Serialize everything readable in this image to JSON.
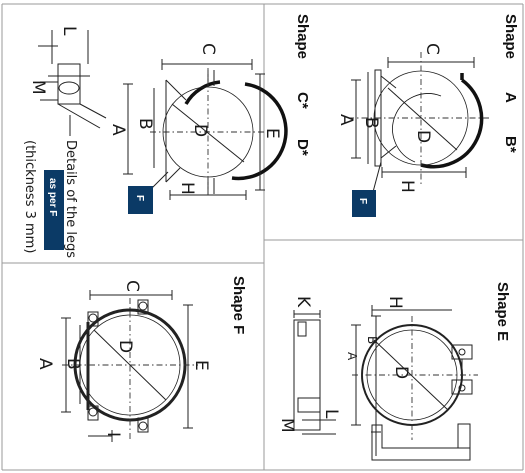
{
  "panels": {
    "shape_a_b": {
      "heading_shape": "Shape",
      "heading_a": "A",
      "heading_b": "B*",
      "dims": {
        "c": "C",
        "a": "A",
        "b": "B",
        "d": "D",
        "h": "H"
      },
      "badge": "F"
    },
    "shape_c_d": {
      "heading_shape": "Shape",
      "heading_c": "C*",
      "heading_d": "D*",
      "dims": {
        "c": "C",
        "e": "E",
        "a": "A",
        "b": "B",
        "d": "D",
        "h": "H",
        "l": "L",
        "m": "M"
      },
      "badge": "F",
      "legs_note": "Details of the legs",
      "legs_badge": "as per F",
      "thickness_note": "(thickness 3 mm)"
    },
    "shape_e": {
      "heading": "Shape E",
      "dims": {
        "h": "H",
        "k": "K",
        "a": "A",
        "b": "B",
        "d": "D",
        "l": "L",
        "m": "M"
      }
    },
    "shape_f": {
      "heading": "Shape F",
      "dims": {
        "c": "C",
        "e": "E",
        "a": "A",
        "b": "B",
        "d": "D",
        "i": "I"
      }
    }
  },
  "colors": {
    "badge": "#0b3a66",
    "grid": "#9a9a9a"
  }
}
